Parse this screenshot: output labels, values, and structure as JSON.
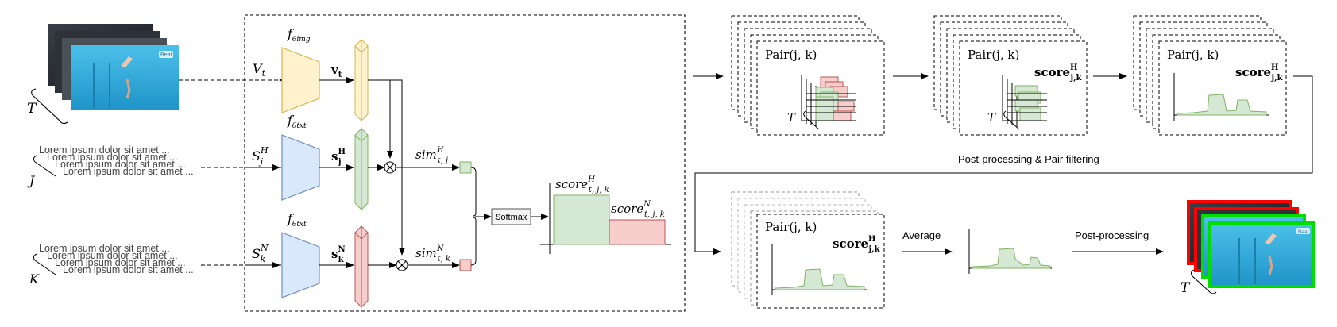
{
  "inputs": {
    "video_symbol": "T",
    "high_text_symbol": "J",
    "neg_text_symbol": "K",
    "lorem_line": "Lorem ipsum dolor sit amet ...",
    "frame_badge": "Beat"
  },
  "model": {
    "image_encoder_label": "f",
    "image_encoder_sub": "θimg",
    "text_encoder_label": "f",
    "text_encoder_sub": "θtxt",
    "video_input": "V",
    "video_input_sub": "t",
    "video_feature": "v",
    "video_feature_sub": "t",
    "high_input": "S",
    "high_input_sub": "j",
    "high_input_sup": "H",
    "high_feature": "s",
    "high_feature_sub": "j",
    "high_feature_sup": "H",
    "neg_input": "S",
    "neg_input_sub": "k",
    "neg_input_sup": "N",
    "neg_feature": "s",
    "neg_feature_sub": "k",
    "neg_feature_sup": "N",
    "sim_high": "sim",
    "sim_high_sub": "t, j",
    "sim_high_sup": "H",
    "sim_neg": "sim",
    "sim_neg_sub": "t, k",
    "sim_neg_sup": "N",
    "softmax_label": "Softmax",
    "score_high": "score",
    "score_high_sub": "t, j, k",
    "score_high_sup": "H",
    "score_neg": "score",
    "score_neg_sub": "t, j, k",
    "score_neg_sup": "N"
  },
  "pipeline": {
    "pair_label": "Pair(j, k)",
    "score_label": "score",
    "score_sub": "j,k",
    "score_sup": "H",
    "time_symbol": "T",
    "postprocess_filter_label": "Post-processing & Pair filtering",
    "average_label": "Average",
    "postprocess_label": "Post-processing"
  },
  "colors": {
    "yellow_fill": "#fff2cc",
    "yellow_stroke": "#d6b656",
    "blue_fill": "#dae8fc",
    "blue_stroke": "#6c8ebf",
    "green_fill": "#d5e8d4",
    "green_stroke": "#82b366",
    "red_fill": "#f8cecc",
    "red_stroke": "#b85450",
    "pool_blue": "#29a9d8",
    "frame_red": "#ff0000",
    "frame_green": "#00dd00"
  }
}
